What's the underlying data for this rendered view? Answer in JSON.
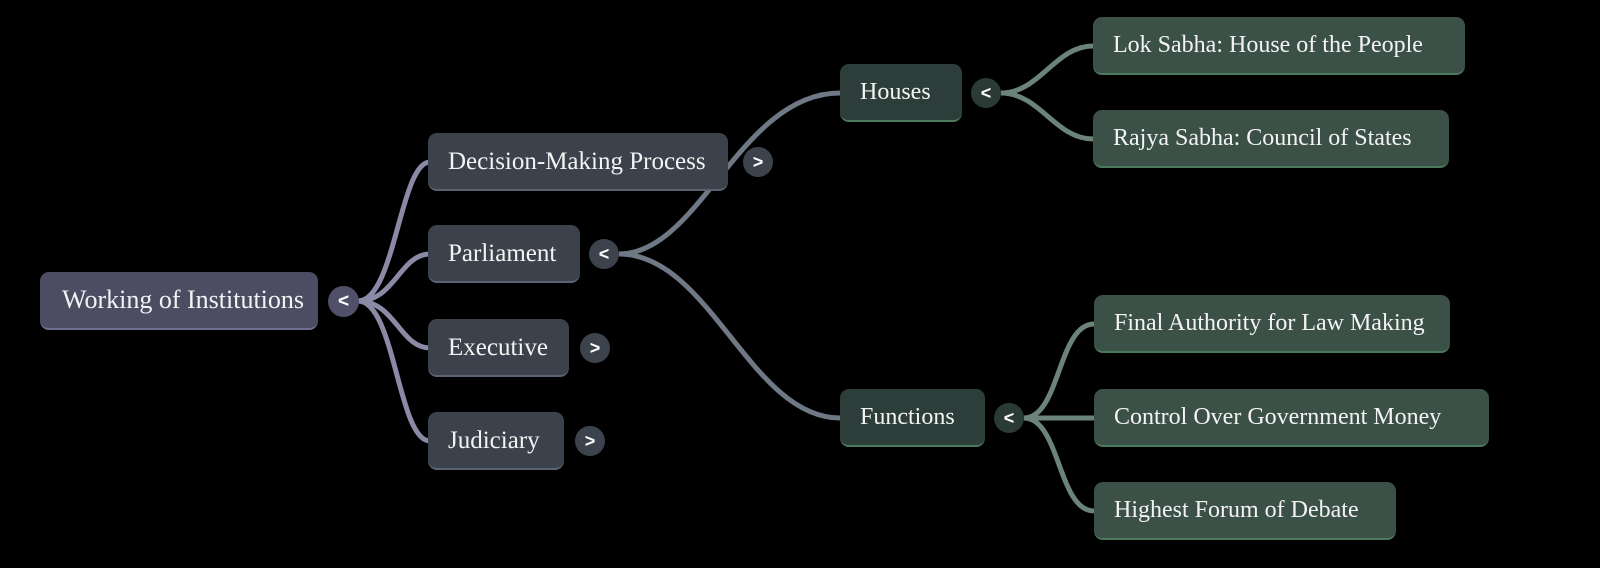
{
  "diagram": {
    "type": "mindmap",
    "title": "Working of Institutions",
    "background": "#000000",
    "palette": {
      "root_fill": "#4c4c63",
      "root_accent": "#6f6f92",
      "level1_fill": "#3b424c",
      "level1_accent": "#5a6372",
      "level2_fill": "#2d3e3a",
      "leaf_fill": "#3b5046",
      "green_accent": "#4c7a5c",
      "edge_purple": "#8a8aa6",
      "edge_slate": "#6f7885",
      "edge_green": "#6b8378",
      "text": "#f3f3f3"
    }
  },
  "nodes": {
    "root": {
      "label": "Working of Institutions",
      "toggle": "<",
      "state": "expanded"
    },
    "level1": [
      {
        "label": "Decision-Making Process",
        "toggle": ">",
        "state": "collapsed"
      },
      {
        "label": "Parliament",
        "toggle": "<",
        "state": "expanded"
      },
      {
        "label": "Executive",
        "toggle": ">",
        "state": "collapsed"
      },
      {
        "label": "Judiciary",
        "toggle": ">",
        "state": "collapsed"
      }
    ],
    "level2": [
      {
        "label": "Houses",
        "toggle": "<",
        "state": "expanded"
      },
      {
        "label": "Functions",
        "toggle": "<",
        "state": "expanded"
      }
    ],
    "houses_children": [
      {
        "label": "Lok Sabha: House of the People"
      },
      {
        "label": "Rajya Sabha: Council of States"
      }
    ],
    "functions_children": [
      {
        "label": "Final Authority for Law Making"
      },
      {
        "label": "Control Over Government Money"
      },
      {
        "label": "Highest Forum of Debate"
      }
    ]
  }
}
